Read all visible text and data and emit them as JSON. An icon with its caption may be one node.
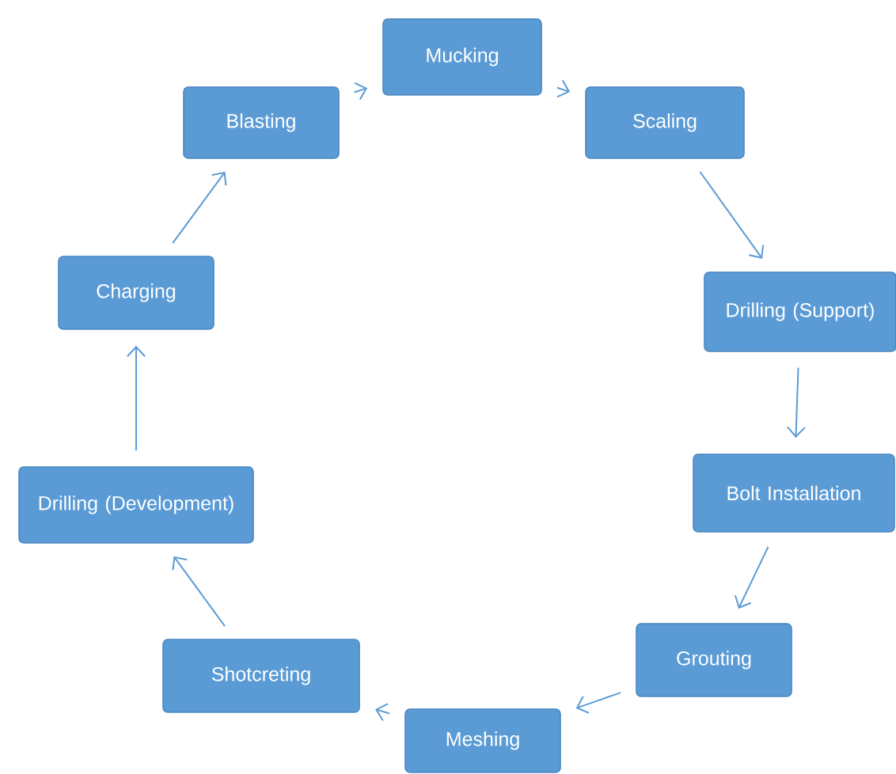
{
  "diagram": {
    "nodes": [
      {
        "text": [
          "Mucking"
        ]
      },
      {
        "text": [
          "Scaling"
        ]
      },
      {
        "text": [
          "Drilling (Support)"
        ]
      },
      {
        "text": [
          "Bolt Installation"
        ]
      },
      {
        "text": [
          "Grouting"
        ]
      },
      {
        "text": [
          "Meshing"
        ]
      },
      {
        "text": [
          "Shotcreting"
        ]
      },
      {
        "text": [
          "Drilling (Development)"
        ]
      },
      {
        "text": [
          "Charging"
        ]
      },
      {
        "text": [
          "Blasting"
        ]
      }
    ],
    "edges": [
      {
        "from": 0,
        "to": 1,
        "arrow": "to"
      },
      {
        "from": 1,
        "to": 2,
        "arrow": "to"
      },
      {
        "from": 2,
        "to": 3,
        "arrow": "to"
      },
      {
        "from": 3,
        "to": 4,
        "arrow": "to"
      },
      {
        "from": 4,
        "to": 5,
        "arrow": "to"
      },
      {
        "from": 5,
        "to": 6,
        "arrow": "to"
      },
      {
        "from": 6,
        "to": 7,
        "arrow": "to"
      },
      {
        "from": 7,
        "to": 8,
        "arrow": "to"
      },
      {
        "from": 8,
        "to": 9,
        "arrow": "to"
      },
      {
        "from": 9,
        "to": 0,
        "arrow": "to"
      }
    ]
  }
}
